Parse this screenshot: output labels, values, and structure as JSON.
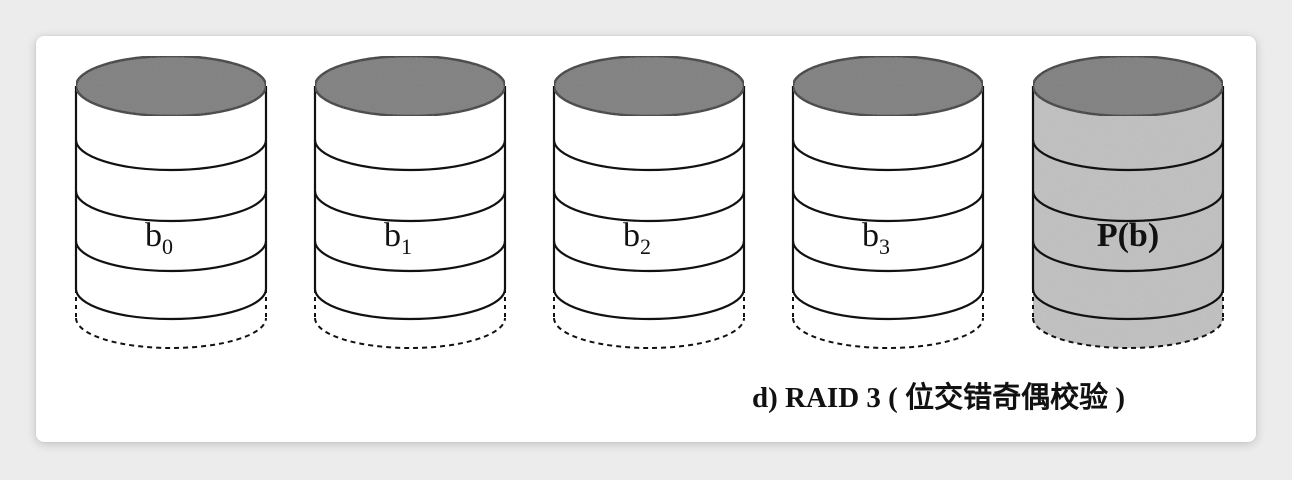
{
  "disks": [
    {
      "base": "b",
      "sub": "0",
      "parity": false
    },
    {
      "base": "b",
      "sub": "1",
      "parity": false
    },
    {
      "base": "b",
      "sub": "2",
      "parity": false
    },
    {
      "base": "b",
      "sub": "3",
      "parity": false
    },
    {
      "base": "P(b)",
      "sub": "",
      "parity": true
    }
  ],
  "caption": {
    "prefix": "d) RAID 3 ( ",
    "text": "位交错奇偶校验",
    "suffix": " )"
  },
  "colors": {
    "disk_top": "#7a7a7a",
    "parity_fill": "#c8c8c8",
    "line": "#111111"
  }
}
